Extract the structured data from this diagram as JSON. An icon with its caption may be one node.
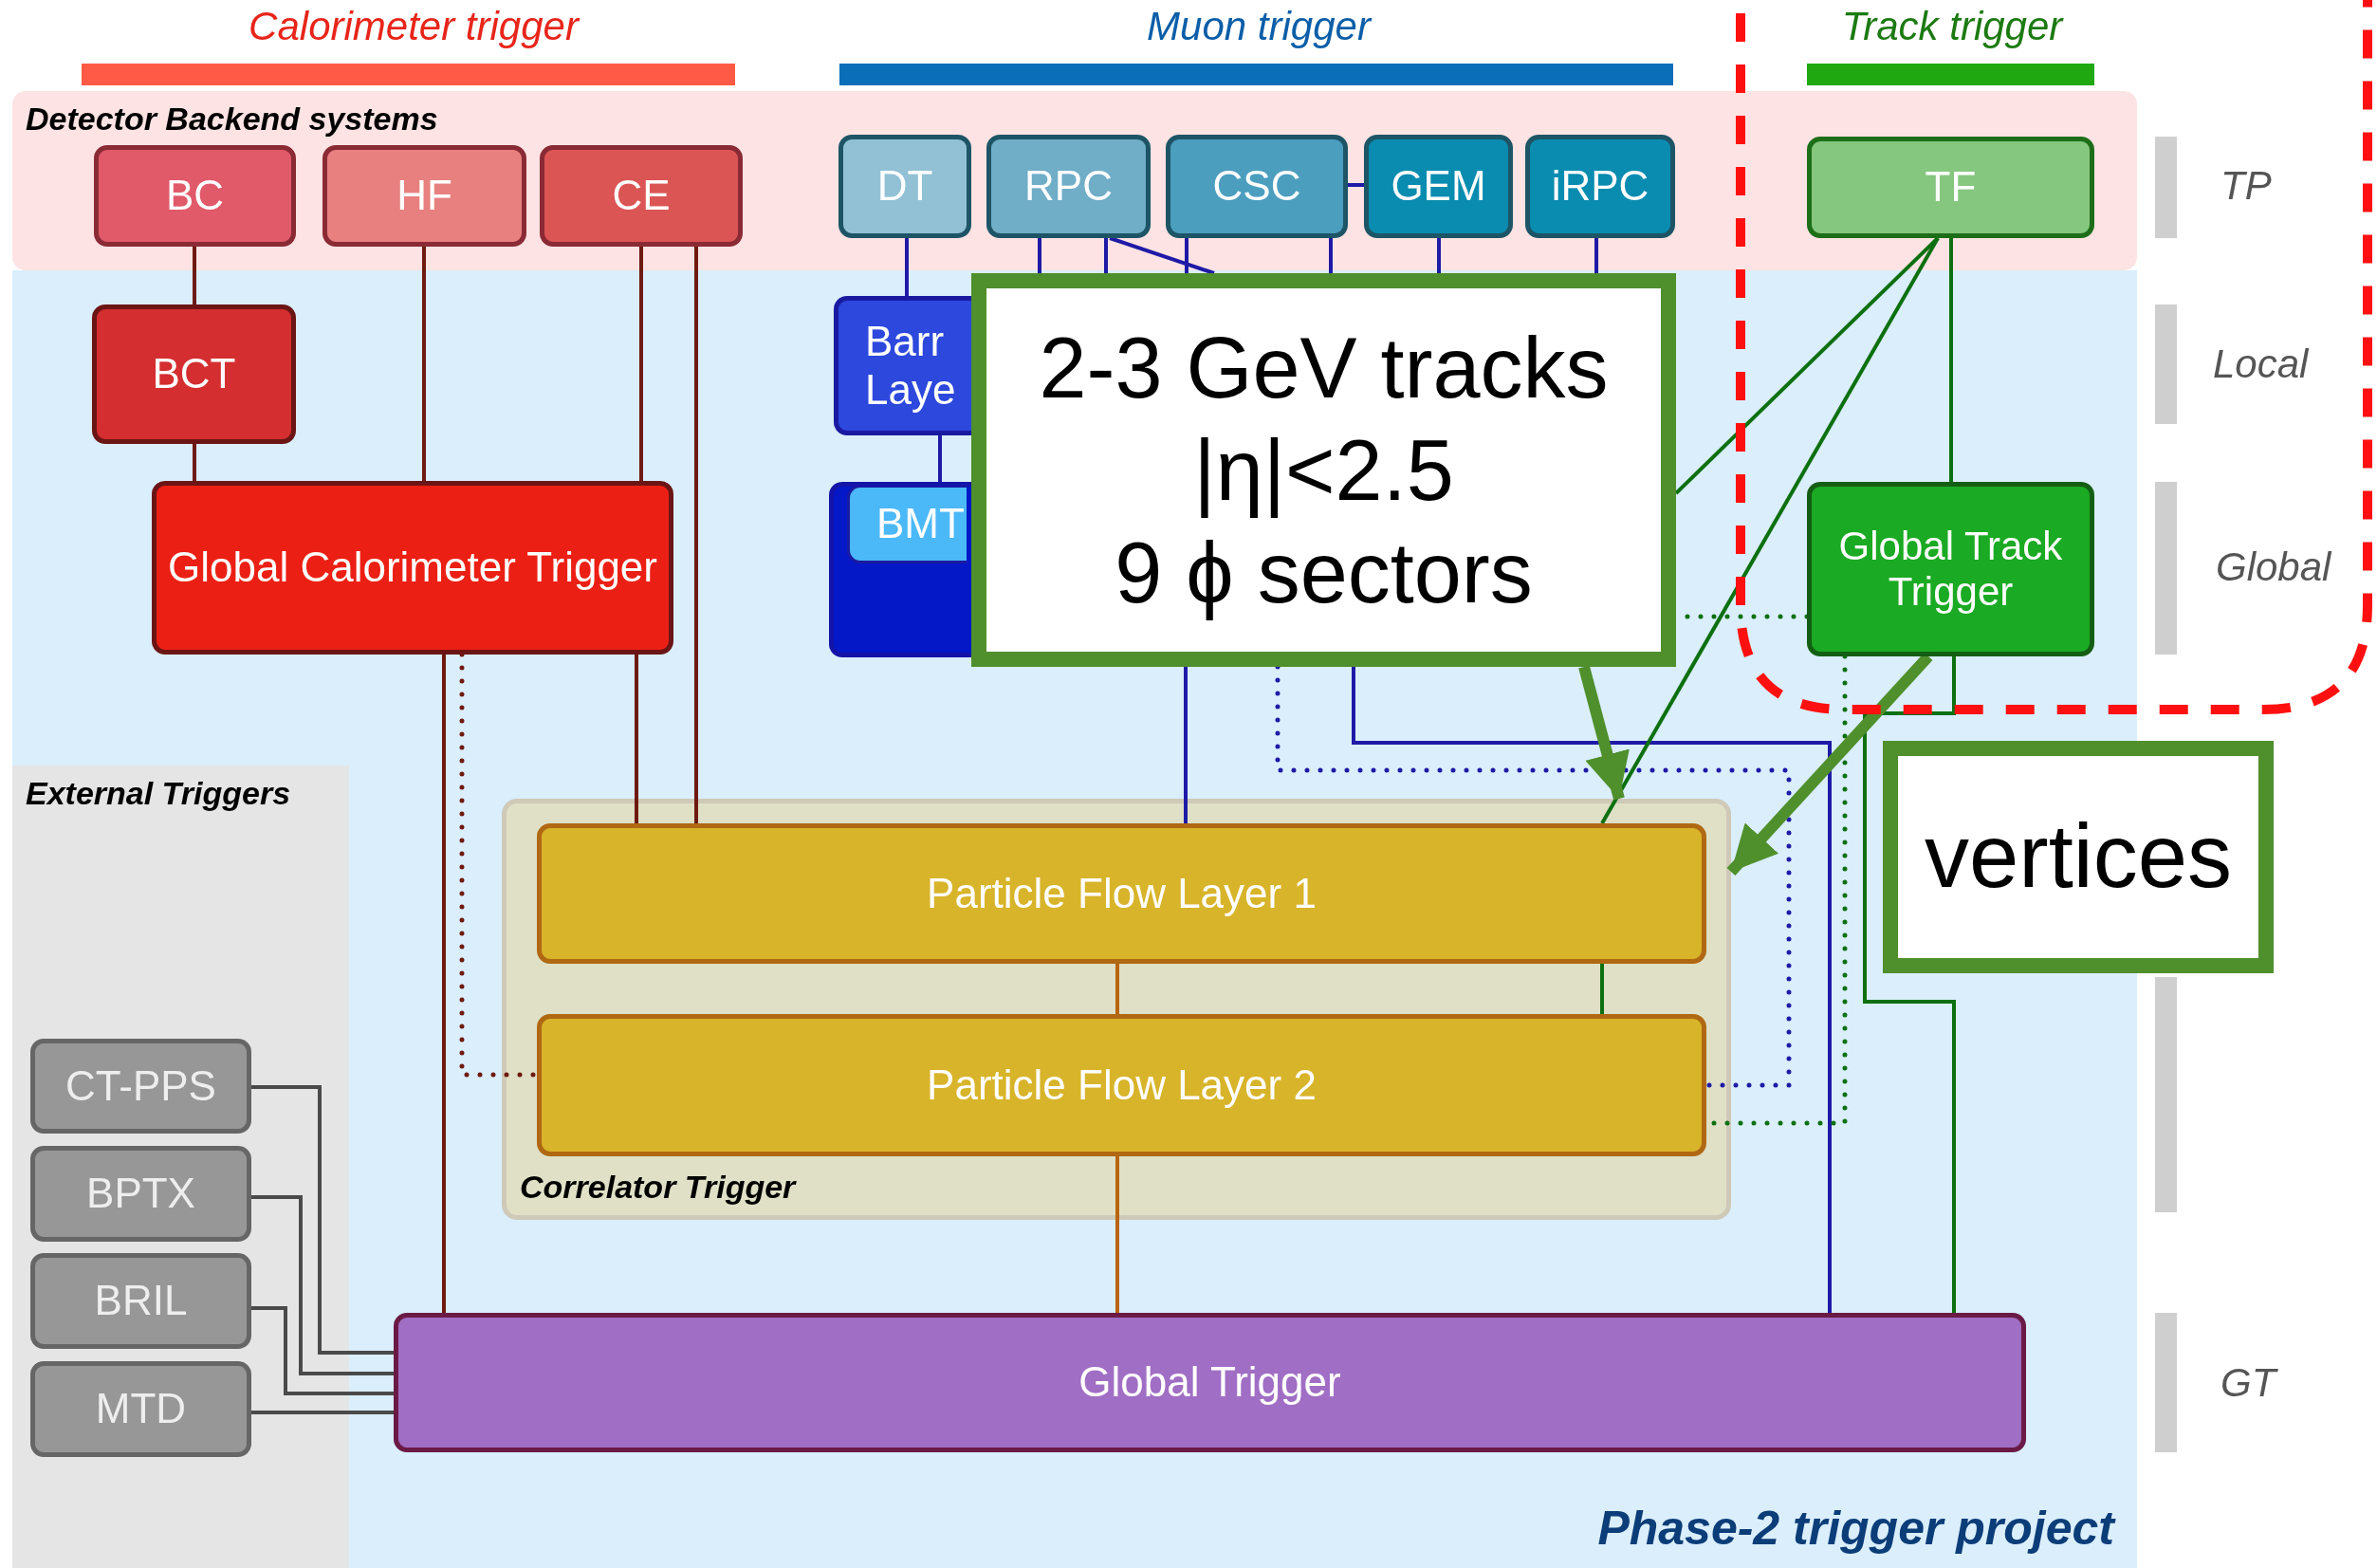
{
  "diagram": {
    "nodes": [
      {
        "text": [
          "Detector Backend systems"
        ]
      },
      {
        "text": [
          "BC"
        ],
        "in": 0
      },
      {
        "text": [
          "HF"
        ],
        "in": 0
      },
      {
        "text": [
          "CE"
        ],
        "in": 0
      },
      {
        "text": [
          "DT"
        ],
        "in": 0
      },
      {
        "text": [
          "RPC"
        ],
        "in": 0
      },
      {
        "text": [
          "CSC"
        ],
        "in": 0
      },
      {
        "text": [
          "GEM"
        ],
        "in": 0
      },
      {
        "text": [
          "iRPC"
        ],
        "in": 0
      },
      {
        "text": [
          "TF"
        ],
        "in": 0
      },
      {
        "text": [
          "BCT"
        ]
      },
      {
        "text": [
          "Barr Laye"
        ]
      },
      {
        "text": [
          "2-3 GeV tracks",
          "|η|<2.5",
          "9 ϕ sectors"
        ]
      },
      {
        "text": [
          "Global Calorimeter Trigger"
        ]
      },
      {
        "text": [],
        "shape": "box"
      },
      {
        "text": [
          "BMT"
        ],
        "in": 14
      },
      {
        "text": [
          "Global Track Trigger"
        ]
      },
      {
        "text": [
          "vertices"
        ]
      },
      {
        "text": [
          "External Triggers"
        ]
      },
      {
        "text": [
          "Correlator Trigger"
        ]
      },
      {
        "text": [
          "Particle Flow Layer 1"
        ],
        "in": 19
      },
      {
        "text": [
          "Particle Flow Layer 2"
        ],
        "in": 19
      },
      {
        "text": [
          "CT-PPS"
        ],
        "in": 18
      },
      {
        "text": [
          "BPTX"
        ],
        "in": 18
      },
      {
        "text": [
          "BRIL"
        ],
        "in": 18
      },
      {
        "text": [
          "MTD"
        ],
        "in": 18
      },
      {
        "text": [
          "Global Trigger"
        ]
      }
    ],
    "edges": [
      {
        "from": 1,
        "to": 10,
        "arrow": "none",
        "color": "#6e1a10"
      },
      {
        "from": 10,
        "to": 13,
        "arrow": "none",
        "color": "#6e1a10"
      },
      {
        "from": 2,
        "to": 13,
        "arrow": "none",
        "color": "#6e1a10"
      },
      {
        "from": 3,
        "to": 13,
        "arrow": "none",
        "color": "#6e1a10"
      },
      {
        "from": 3,
        "to": 20,
        "arrow": "none",
        "color": "#6e1a10"
      },
      {
        "from": 13,
        "to": 20,
        "arrow": "none",
        "color": "#6e1a10"
      },
      {
        "from": 13,
        "to": 26,
        "arrow": "none",
        "color": "#6e1a10"
      },
      {
        "from": 13,
        "to": 21,
        "arrow": "none",
        "style": "dashed",
        "color": "#6e1a10"
      },
      {
        "from": 4,
        "to": 11,
        "arrow": "none"
      },
      {
        "from": 5,
        "to": 12,
        "arrow": "none"
      },
      {
        "from": 5,
        "to": 12,
        "arrow": "none"
      },
      {
        "from": 5,
        "to": 12,
        "arrow": "none"
      },
      {
        "from": 6,
        "to": 7,
        "arrow": "none"
      },
      {
        "from": 6,
        "to": 12,
        "arrow": "none"
      },
      {
        "from": 6,
        "to": 12,
        "arrow": "none"
      },
      {
        "from": 7,
        "to": 12,
        "arrow": "none"
      },
      {
        "from": 8,
        "to": 12,
        "arrow": "none"
      },
      {
        "from": 11,
        "to": 14,
        "arrow": "none"
      },
      {
        "from": 12,
        "to": 20,
        "arrow": "none"
      },
      {
        "from": 12,
        "to": 26,
        "arrow": "none"
      },
      {
        "from": 12,
        "to": 21,
        "arrow": "none",
        "style": "dashed"
      },
      {
        "from": 9,
        "to": 16,
        "arrow": "none",
        "color": "#0d7010"
      },
      {
        "from": 9,
        "to": 12,
        "arrow": "none",
        "color": "#0d7010"
      },
      {
        "from": 9,
        "to": 20,
        "arrow": "none",
        "color": "#0d7010"
      },
      {
        "from": 16,
        "to": 26,
        "arrow": "none",
        "color": "#0d7010"
      },
      {
        "from": 16,
        "to": 12,
        "arrow": "none",
        "style": "dashed",
        "color": "#0d7010"
      },
      {
        "from": 16,
        "to": 21,
        "arrow": "none",
        "style": "dashed",
        "color": "#0d7010"
      },
      {
        "from": 20,
        "to": 21,
        "arrow": "none",
        "color": "#b8650d"
      },
      {
        "from": 20,
        "to": 21,
        "arrow": "none",
        "color": "#0d7010"
      },
      {
        "from": 21,
        "to": 26,
        "arrow": "none",
        "color": "#b8650d"
      },
      {
        "from": 22,
        "to": 26,
        "arrow": "none",
        "color": "#4a4a4a"
      },
      {
        "from": 23,
        "to": 26,
        "arrow": "none",
        "color": "#4a4a4a"
      },
      {
        "from": 24,
        "to": 26,
        "arrow": "none",
        "color": "#4a4a4a"
      },
      {
        "from": 25,
        "to": 26,
        "arrow": "none",
        "color": "#4a4a4a"
      },
      {
        "from": 12,
        "to": 19,
        "arrow": "to",
        "style": "thick",
        "color": "#4f8f2c"
      },
      {
        "from": 16,
        "to": 19,
        "arrow": "to",
        "style": "thick",
        "color": "#4f8f2c"
      }
    ],
    "labels": [
      "Calorimeter trigger",
      "Muon trigger",
      "Track trigger",
      "TP",
      "Local",
      "Global",
      "GT",
      "Phase-2 trigger project"
    ]
  }
}
